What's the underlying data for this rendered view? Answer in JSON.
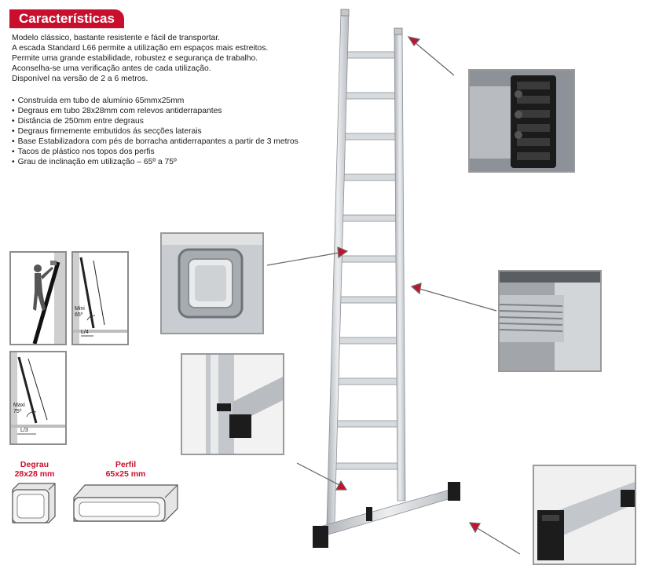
{
  "header": {
    "title": "Características"
  },
  "description": [
    "Modelo clássico, bastante resistente e fácil de transportar.",
    "A escada Standard L66 permite a utilização em espaços mais estreitos.",
    "Permite uma grande estabilidade, robustez e segurança de trabalho.",
    "Aconselha-se uma verificação antes de cada utilização.",
    "Disponível na versão de 2 a 6 metros."
  ],
  "features": [
    "Construída em tubo de alumínio 65mmx25mm",
    "Degraus em tubo 28x28mm com relevos antiderrapantes",
    "Distância de 250mm entre degraus",
    "Degraus firmemente embutidos ás secções laterais",
    "Base Estabilizadora com pés de borracha antiderrapantes a partir de 3 metros",
    "Tacos de plástico nos topos dos perfis",
    "Grau de inclinação em utilização – 65º a 75º"
  ],
  "diagrams": {
    "min": {
      "angle_label": "Mini",
      "angle_value": "65º",
      "ratio": "L/4"
    },
    "max": {
      "angle_label": "Maxi",
      "angle_value": "75º",
      "ratio": "L/3"
    }
  },
  "profiles": {
    "rung": {
      "name": "Degrau",
      "size": "28x28 mm"
    },
    "rail": {
      "name": "Perfil",
      "size": "65x25 mm"
    }
  },
  "colors": {
    "accent": "#c8102e",
    "aluminium": "#c9ccd0",
    "rubber": "#1c1c1c"
  }
}
